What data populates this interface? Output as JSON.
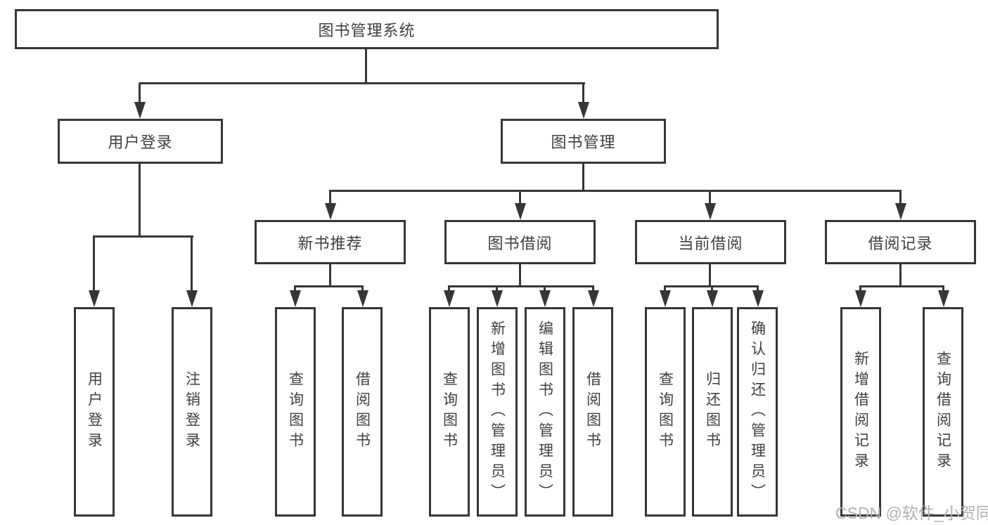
{
  "diagram": {
    "root": {
      "label": "图书管理系统"
    },
    "level2": [
      {
        "label": "用户登录"
      },
      {
        "label": "图书管理"
      }
    ],
    "level3": [
      {
        "label": "新书推荐"
      },
      {
        "label": "图书借阅"
      },
      {
        "label": "当前借阅"
      },
      {
        "label": "借阅记录"
      }
    ],
    "leaves": [
      {
        "label": "用户登录"
      },
      {
        "label": "注销登录"
      },
      {
        "label": "查询图书"
      },
      {
        "label": "借阅图书"
      },
      {
        "label": "查询图书"
      },
      {
        "label": "新增图书（管理员）"
      },
      {
        "label": "编辑图书（管理员）"
      },
      {
        "label": "借阅图书"
      },
      {
        "label": "查询图书"
      },
      {
        "label": "归还图书"
      },
      {
        "label": "确认归还（管理员）"
      },
      {
        "label": "新增借阅记录"
      },
      {
        "label": "查询借阅记录"
      }
    ]
  },
  "watermark": {
    "text": "CSDN @软件_小贺同学"
  },
  "colors": {
    "line": "#363636",
    "text": "#3f3f3f",
    "watermark": "#b0b0b0",
    "background": "#ffffff"
  }
}
